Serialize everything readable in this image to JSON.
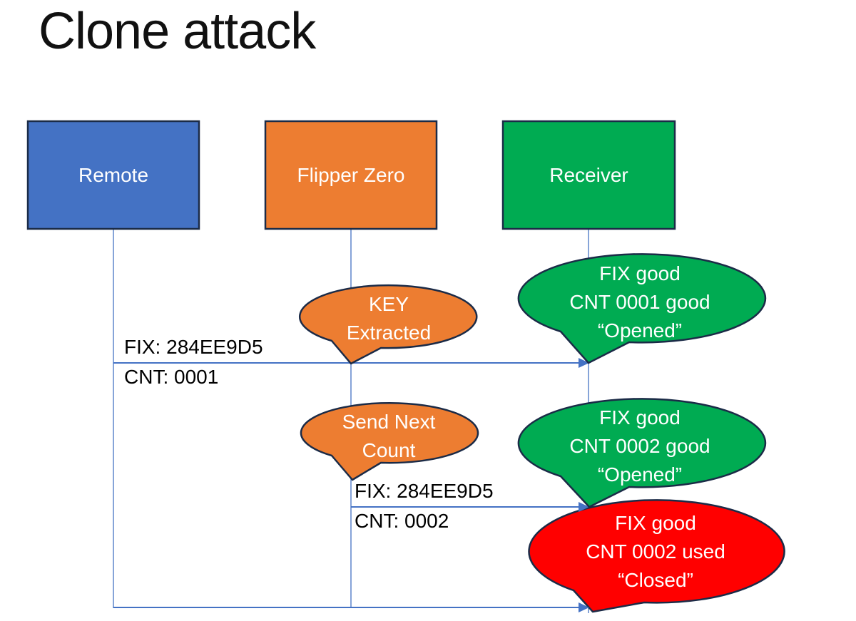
{
  "title": "Clone attack",
  "colors": {
    "border": "#1B2B47",
    "line": "#4472C4",
    "background": "#FFFFFF"
  },
  "actors": [
    {
      "label": "Remote",
      "color": "#4472C4"
    },
    {
      "label": "Flipper Zero",
      "color": "#ED7D31"
    },
    {
      "label": "Receiver",
      "color": "#00AB52"
    }
  ],
  "messages": [
    {
      "fix": "FIX: 284EE9D5",
      "cnt": "CNT: 0001"
    },
    {
      "fix": "FIX: 284EE9D5",
      "cnt": "CNT: 0002"
    }
  ],
  "callouts": [
    {
      "name": "key-extracted",
      "color": "#ED7D31",
      "lines": [
        "KEY",
        "Extracted"
      ]
    },
    {
      "name": "cnt-0001-good",
      "color": "#00AB52",
      "lines": [
        "FIX good",
        "CNT 0001 good",
        "“Opened”"
      ]
    },
    {
      "name": "send-next-count",
      "color": "#ED7D31",
      "lines": [
        "Send Next",
        "Count"
      ]
    },
    {
      "name": "cnt-0002-good",
      "color": "#00AB52",
      "lines": [
        "FIX good",
        "CNT 0002 good",
        "“Opened”"
      ]
    },
    {
      "name": "cnt-0002-used",
      "color": "#FF0000",
      "lines": [
        "FIX good",
        "CNT 0002 used",
        "“Closed”"
      ]
    }
  ]
}
